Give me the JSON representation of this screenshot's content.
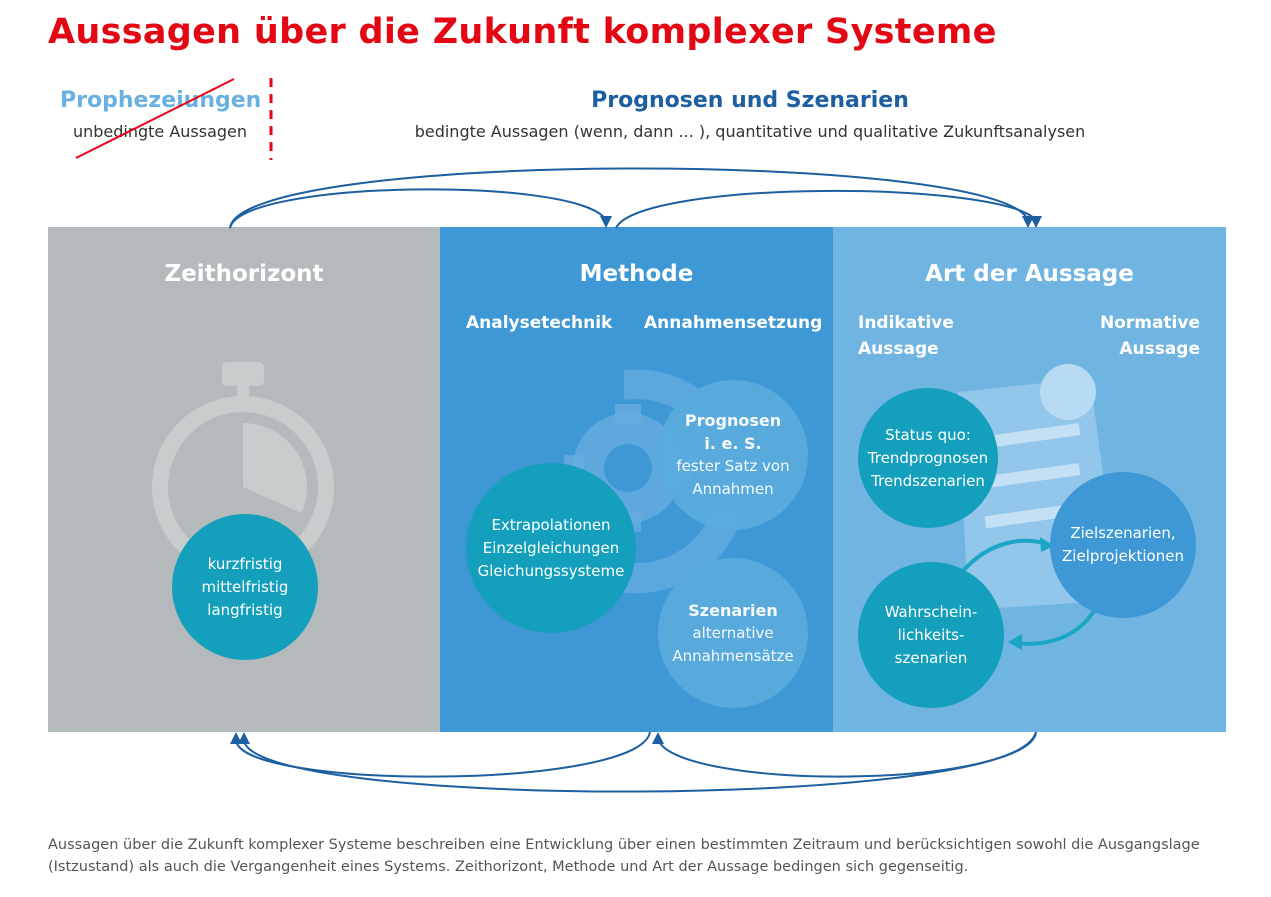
{
  "title": "Aussagen über die Zukunft komplexer Systeme",
  "prophecies": {
    "title": "Prophezeiungen",
    "subtitle": "unbedingte Aussagen"
  },
  "forecasts": {
    "title": "Prognosen und Szenarien",
    "subtitle": "bedingte Aussagen (wenn, dann ... ), quantitative und qualitative Zukunftsanalysen"
  },
  "panels": {
    "time": {
      "heading": "Zeithorizont",
      "circle": [
        "kurzfristig",
        "mittelfristig",
        "langfristig"
      ]
    },
    "method": {
      "heading": "Methode",
      "sub_left": "Analysetechnik",
      "sub_right": "Annahmensetzung",
      "extrapolation": [
        "Extrapolationen",
        "Einzelgleichungen",
        "Gleichungssysteme"
      ],
      "forecast": {
        "title_1": "Prognosen",
        "title_2": "i. e. S.",
        "text_1": "fester Satz von",
        "text_2": "Annahmen"
      },
      "scenarios": {
        "title": "Szenarien",
        "text_1": "alternative",
        "text_2": "Annahmensätze"
      }
    },
    "statement": {
      "heading": "Art der Aussage",
      "sub_left_1": "Indikative",
      "sub_left_2": "Aussage",
      "sub_right_1": "Normative",
      "sub_right_2": "Aussage",
      "status_quo": [
        "Status quo:",
        "Trendprognosen",
        "Trendszenarien"
      ],
      "target": [
        "Zielszenarien,",
        "Zielprojektionen"
      ],
      "probability": [
        "Wahrschein-",
        "lichkeits-",
        "szenarien"
      ]
    }
  },
  "caption_1": "Aussagen über die Zukunft komplexer Systeme beschreiben eine Entwicklung über einen bestimmten Zeitraum und berücksichtigen sowohl die Ausgangslage",
  "caption_2": "(Istzustand) als auch die Vergangenheit eines Systems. Zeithorizont, Methode und Art der Aussage bedingen sich gegenseitig.",
  "colors": {
    "title_red": "#e30613",
    "dark_blue": "#1d5fa0",
    "light_blue": "#6ab0e0",
    "panel_grey": "#b4b9bc",
    "panel_blue": "#3d98d5",
    "panel_light_blue": "#70b5e2",
    "teal": "#149fbc"
  },
  "icons": [
    "stopwatch-icon",
    "gear-cycle-icon",
    "magnifier-document-icon",
    "cycle-arrows-icon"
  ]
}
